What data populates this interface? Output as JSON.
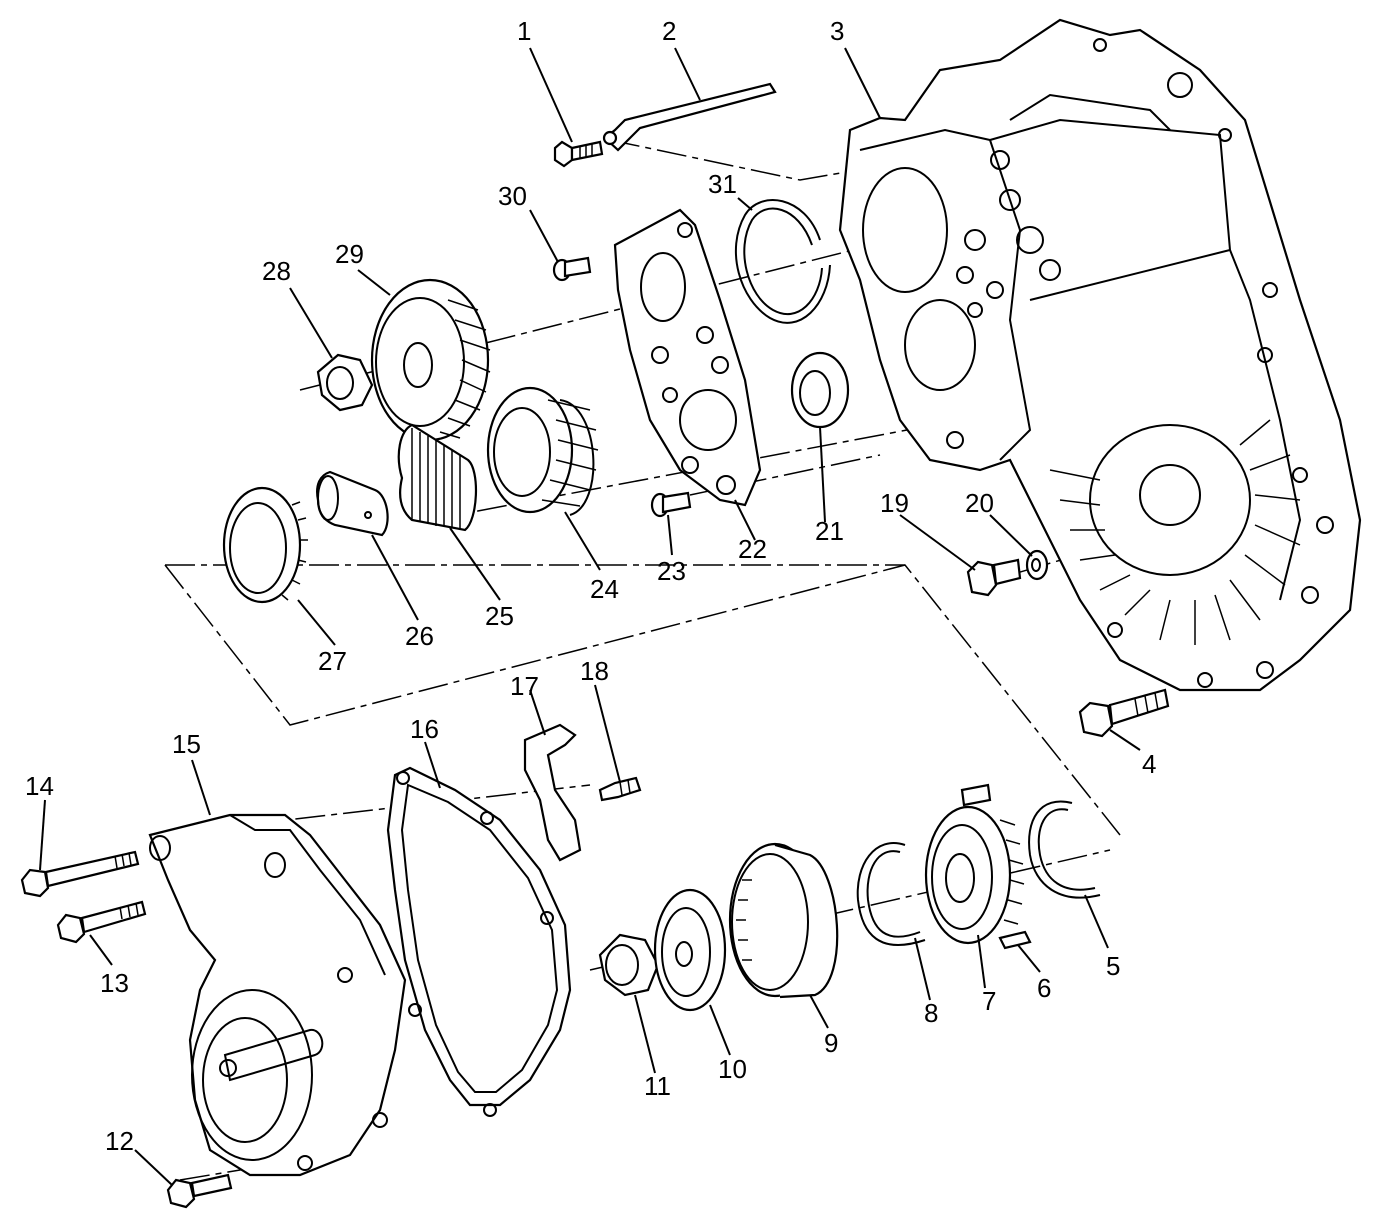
{
  "callouts": {
    "c1": "1",
    "c2": "2",
    "c3": "3",
    "c4": "4",
    "c5": "5",
    "c6": "6",
    "c7": "7",
    "c8": "8",
    "c9": "9",
    "c10": "10",
    "c11": "11",
    "c12": "12",
    "c13": "13",
    "c14": "14",
    "c15": "15",
    "c16": "16",
    "c17": "17",
    "c18": "18",
    "c19": "19",
    "c20": "20",
    "c21": "21",
    "c22": "22",
    "c23": "23",
    "c24": "24",
    "c25": "25",
    "c26": "26",
    "c27": "27",
    "c28": "28",
    "c29": "29",
    "c30": "30",
    "c31": "31"
  },
  "colors": {
    "ink": "#000000",
    "paper": "#ffffff"
  }
}
